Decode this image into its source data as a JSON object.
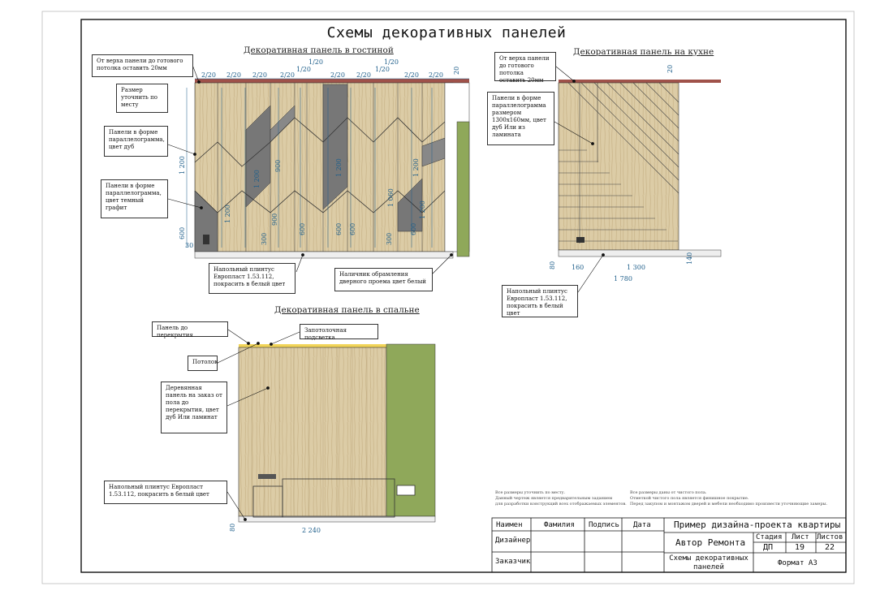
{
  "page_title": "Схемы декоративных панелей",
  "living": {
    "caption": "Декоративная панель в гостиной",
    "note_top": "От верха панели до готового потолка оставить 20мм",
    "note_size": "Размер уточнить по месту",
    "note_oak": "Панели в форме параллелограмма, цвет дуб",
    "note_graphite": "Панели в форме параллелограмма, цвет темный графит",
    "note_plinth": "Напольный плинтус Европласт 1.53.112, покрасить в белый цвет",
    "note_door": "Наличник обрамления дверного проема цвет белый",
    "dims": {
      "two20": "2/20",
      "one20": "1/20",
      "twenty": "20",
      "d1200": "1 200",
      "d900": "900",
      "d600": "600",
      "d300": "300",
      "d30": "30",
      "d1060": "1 060"
    }
  },
  "kitchen": {
    "caption": "Декоративная панель на кухне",
    "note_top": "От верха панели до готового потолка оставить 20мм",
    "note_panel": "Панели в форме параллелограмма размером 1300х160мм, цвет дуб Или из ламината",
    "note_plinth": "Напольный плинтус Европласт 1.53.112, покрасить в белый цвет",
    "dims": {
      "d20": "20",
      "d80": "80",
      "d160": "160",
      "d1300": "1 300",
      "d1780": "1 780",
      "d140": "140"
    }
  },
  "bedroom": {
    "caption": "Декоративная панель в спальне",
    "note_ceilpanel": "Панель до перекрытия",
    "note_light": "Запотолочная подсветка",
    "note_ceiling": "Потолок",
    "note_wood": "Деревянная панель на заказ от пола до перекрытия, цвет дуб Или ламинат",
    "note_plinth": "Напольный плинтус Европласт 1.53.112, покрасить в белый цвет",
    "dims": {
      "d80": "80",
      "d2240": "2 240"
    }
  },
  "general_notes": {
    "left": [
      "Все размеры уточнить по месту.",
      "Данный чертеж является предварительным заданием",
      "для разработки конструкций всех отображаемых элементов."
    ],
    "right": [
      "Все размеры даны от чистого пола.",
      "Отметкой чистого пола является финишное покрытие.",
      "Перед закупом и монтажом дверей и мебели необходимо произвести уточняющие замеры."
    ]
  },
  "title_block": {
    "headers": [
      "Наимен",
      "Фамилия",
      "Подпись",
      "Дата"
    ],
    "rows": [
      "Дизайнер",
      "Заказчик"
    ],
    "project": "Пример дизайна-проекта квартиры",
    "author": "Автор Ремонта",
    "stage_label": "Стадия",
    "sheet_label": "Лист",
    "sheets_label": "Листов",
    "stage": "ДП",
    "sheet": "19",
    "sheets": "22",
    "drawing": "Схемы декоративных панелей",
    "format": "Формат А3"
  },
  "colors": {
    "oak": "#d9c9a3",
    "oak_dark": "#c9b688",
    "graphite": "#777777",
    "green": "#8fa85a",
    "dim": "#1f5f8b",
    "brick": "#a0524a"
  }
}
